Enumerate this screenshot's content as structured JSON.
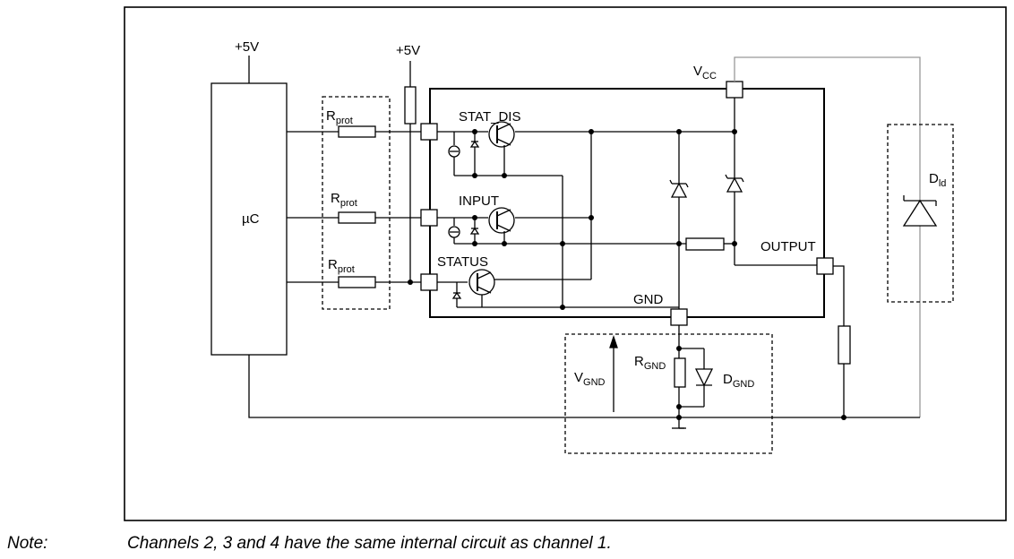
{
  "labels": {
    "plus5v_uc": "+5V",
    "plus5v_pullup": "+5V",
    "uc": "µC",
    "rprot_main": "R",
    "rprot_sub": "prot",
    "stat_dis": "STAT_DIS",
    "input": "INPUT",
    "status": "STATUS",
    "vcc_main": "V",
    "vcc_sub": "CC",
    "output": "OUTPUT",
    "gnd": "GND",
    "vgnd_main": "V",
    "vgnd_sub": "GND",
    "rgnd_main": "R",
    "rgnd_sub": "GND",
    "dgnd_main": "D",
    "dgnd_sub": "GND",
    "dld_main": "D",
    "dld_sub": "ld"
  },
  "note": {
    "label": "Note:",
    "text": "Channels 2, 3 and 4 have the same internal circuit as channel 1."
  }
}
